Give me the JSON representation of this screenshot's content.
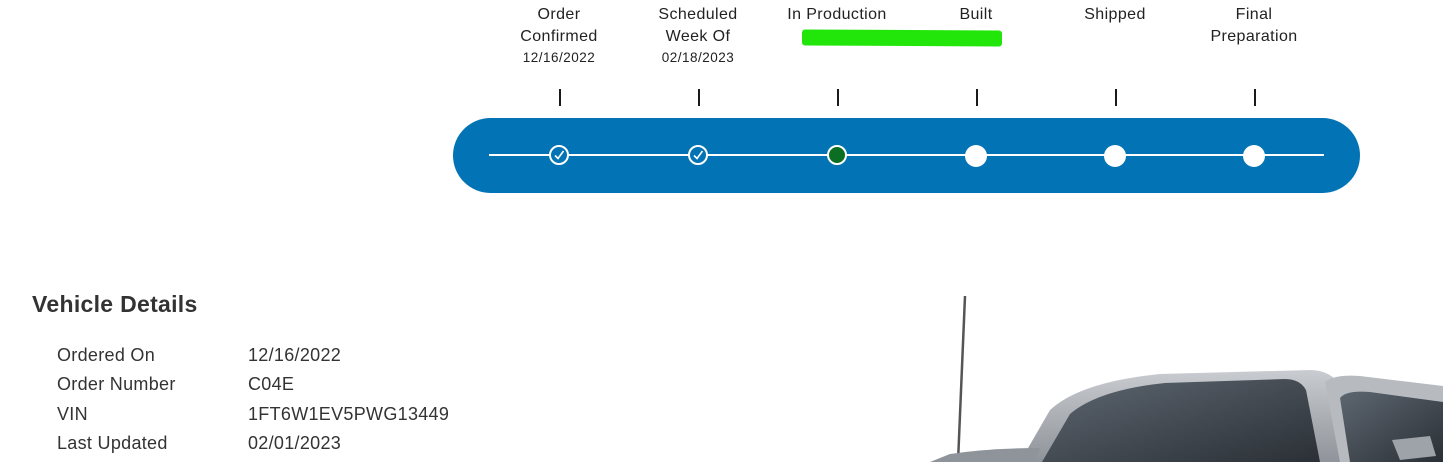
{
  "tracker": {
    "steps": [
      {
        "title": "Order Confirmed",
        "date": "12/16/2022",
        "status": "done"
      },
      {
        "title": "Scheduled Week Of",
        "date": "02/18/2023",
        "status": "done"
      },
      {
        "title": "In Production",
        "date": "",
        "status": "current"
      },
      {
        "title": "Built",
        "date": "",
        "status": "pending"
      },
      {
        "title": "Shipped",
        "date": "",
        "status": "pending"
      },
      {
        "title": "Final Preparation",
        "date": "",
        "status": "pending"
      }
    ],
    "colors": {
      "track": "#0273b4",
      "current_dot": "#0c6e22",
      "highlight": "#22e60a"
    }
  },
  "vehicle_details": {
    "title": "Vehicle Details",
    "rows": [
      {
        "label": "Ordered On",
        "value": "12/16/2022"
      },
      {
        "label": "Order Number",
        "value": "C04E"
      },
      {
        "label": "VIN",
        "value": "1FT6W1EV5PWG13449"
      },
      {
        "label": "Last Updated",
        "value": "02/01/2023"
      }
    ]
  }
}
